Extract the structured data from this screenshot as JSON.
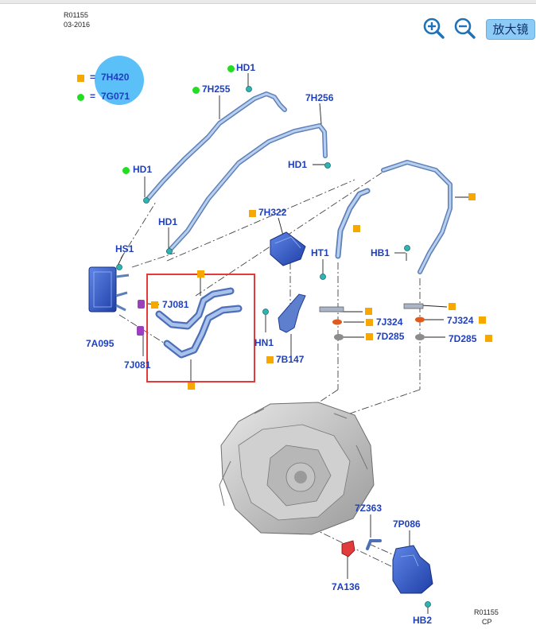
{
  "header": {
    "code": "R01155",
    "date": "03-2016"
  },
  "toolbar": {
    "zoom_in_icon": "zoom-in-icon",
    "zoom_out_icon": "zoom-out-icon",
    "magnifier_label": "放大镜"
  },
  "legend": {
    "square_code": "7H420",
    "dot_code": "7G071",
    "square_color": "#f6a800",
    "dot_color": "#22dd22",
    "eq": "="
  },
  "labels": {
    "hd1_top": "HD1",
    "h7h255": "7H255",
    "h7h256": "7H256",
    "hd1_mid": "HD1",
    "hd1_right": "HD1",
    "hd1_low": "HD1",
    "hs1": "HS1",
    "h7h322": "7H322",
    "ht1": "HT1",
    "hb1": "HB1",
    "j7081_a": "7J081",
    "j7081_b": "7J081",
    "a7095": "7A095",
    "hn1": "HN1",
    "b7147": "7B147",
    "j7324_a": "7J324",
    "j7324_b": "7J324",
    "d7285_a": "7D285",
    "d7285_b": "7D285",
    "z7363": "7Z363",
    "p7086": "7P086",
    "a7136": "7A136",
    "hb2": "HB2"
  },
  "footer": {
    "code": "R01155",
    "cp": "CP"
  },
  "colors": {
    "part_label": "#1e3fbf",
    "hose": "#8fb2de",
    "highlight": "#e23b3b",
    "magnifier_bg": "#8ccbf5"
  }
}
